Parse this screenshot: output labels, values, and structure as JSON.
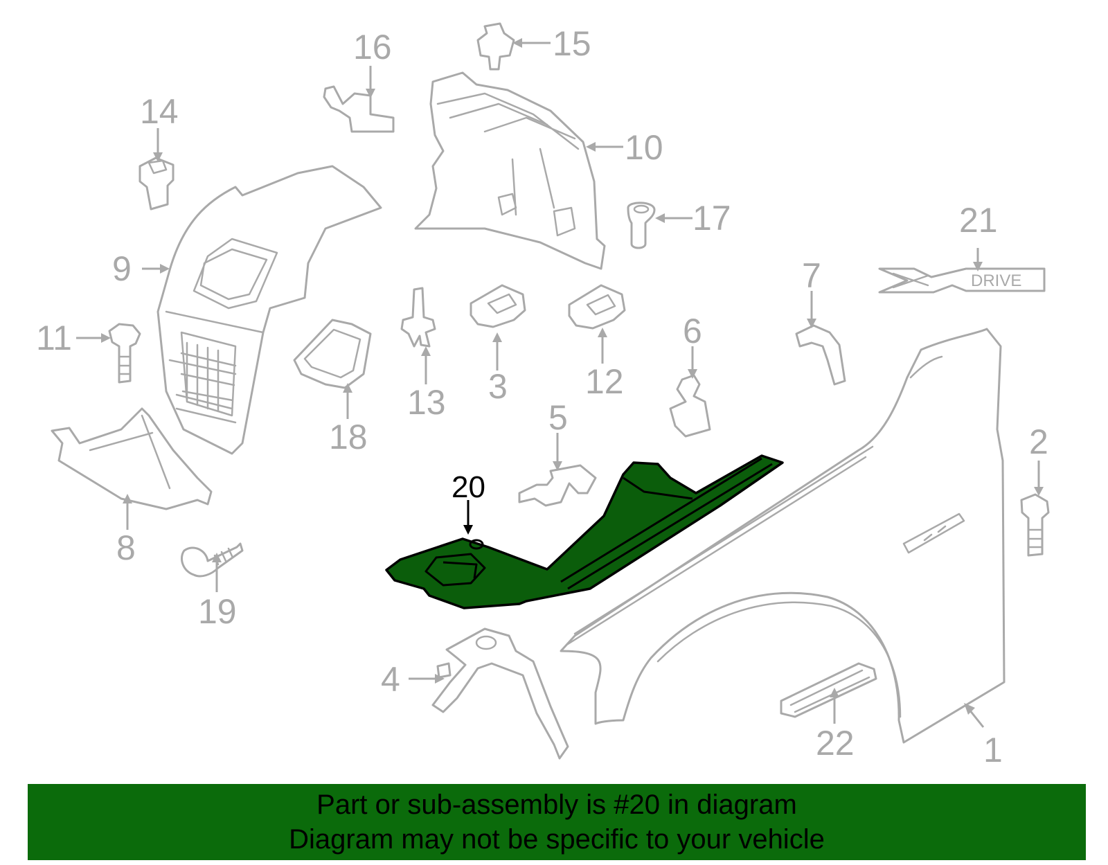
{
  "diagram": {
    "highlighted_part": "20",
    "callouts": [
      "1",
      "2",
      "3",
      "4",
      "5",
      "6",
      "7",
      "8",
      "9",
      "10",
      "11",
      "12",
      "13",
      "14",
      "15",
      "16",
      "17",
      "18",
      "19",
      "20",
      "21",
      "22"
    ],
    "badge_text": "DRIVE"
  },
  "banner": {
    "line1": "Part or sub-assembly is #20 in diagram",
    "line2": "Diagram may not be specific to your vehicle"
  },
  "colors": {
    "highlight_fill": "#0b5d0b",
    "banner_bg": "#0b6b0b",
    "part_stroke": "#a9a9a9"
  }
}
